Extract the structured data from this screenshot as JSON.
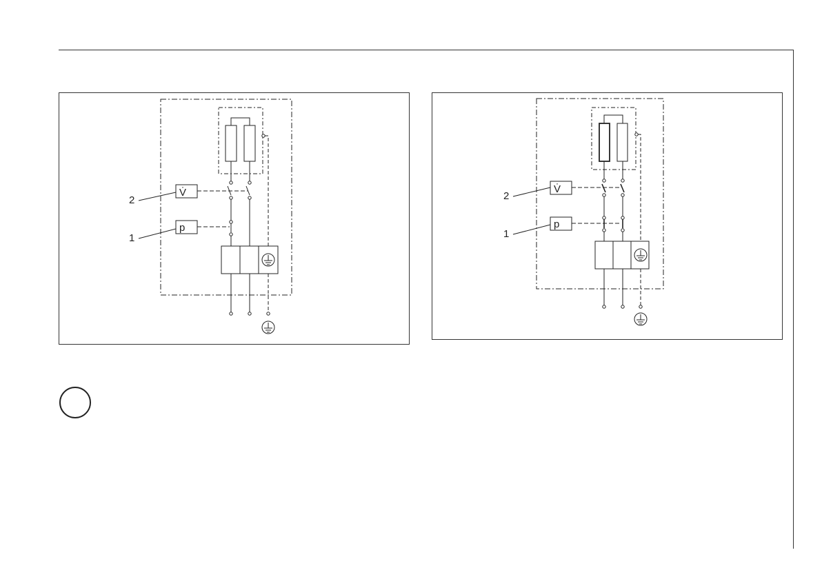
{
  "diagrams": [
    {
      "id": "left",
      "callouts": [
        {
          "number": "2",
          "symbol": "V̇"
        },
        {
          "number": "1",
          "symbol": "p"
        }
      ]
    },
    {
      "id": "right",
      "callouts": [
        {
          "number": "2",
          "symbol": "V̇"
        },
        {
          "number": "1",
          "symbol": "p"
        }
      ]
    }
  ],
  "icons": {
    "earth": "earth-ground-icon",
    "info": "info-circle-icon"
  }
}
